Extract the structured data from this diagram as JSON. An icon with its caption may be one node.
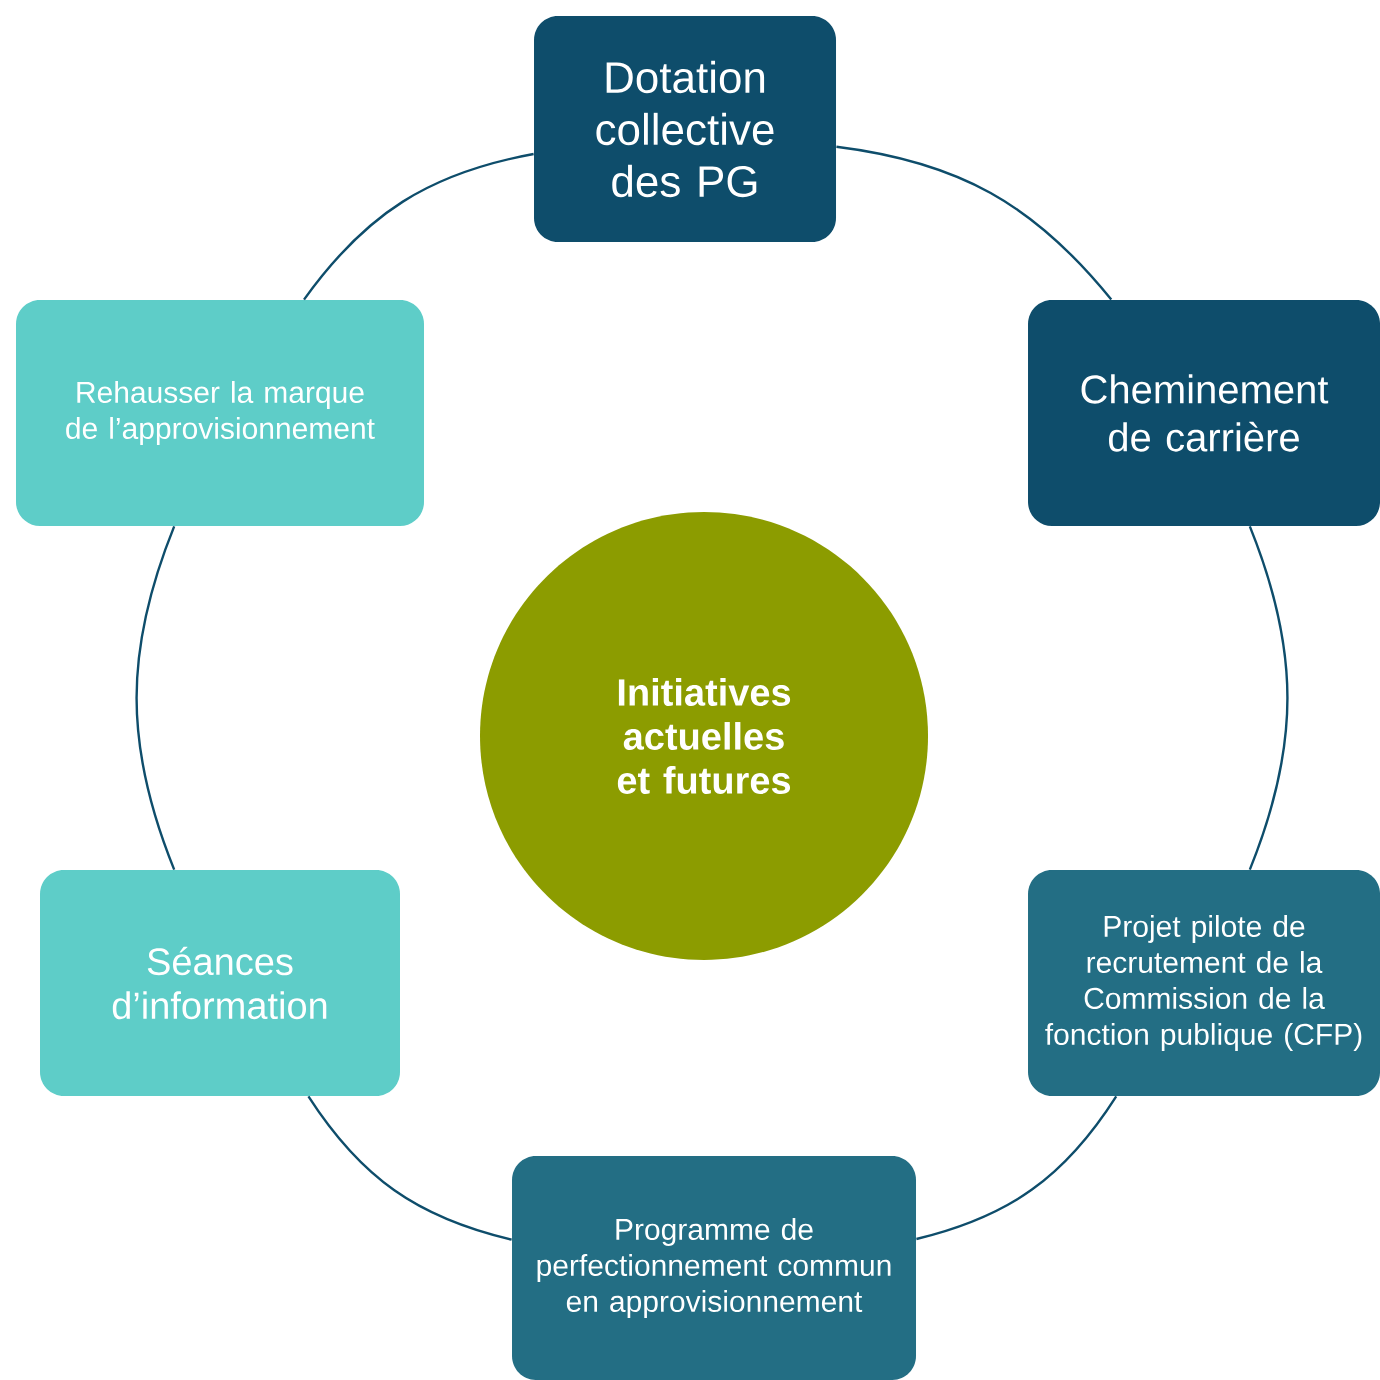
{
  "diagram": {
    "nodes": [
      {
        "text": [
          "Initiatives actuelles et futures"
        ]
      },
      {
        "text": [
          "Dotation collective des PG"
        ]
      },
      {
        "text": [
          "Cheminement de carrière"
        ]
      },
      {
        "text": [
          "Projet pilote de recrutement de la Commission de la fonction publique (CFP)"
        ]
      },
      {
        "text": [
          "Programme de perfectionnement commun en approvisionnement"
        ]
      },
      {
        "text": [
          "Séances d’information"
        ]
      },
      {
        "text": [
          "Rehausser la marque de l’approvisionnement"
        ]
      }
    ],
    "edges": [
      {
        "from": 1,
        "to": 2,
        "arrow": "none"
      },
      {
        "from": 2,
        "to": 3,
        "arrow": "none"
      },
      {
        "from": 3,
        "to": 4,
        "arrow": "none"
      },
      {
        "from": 4,
        "to": 5,
        "arrow": "none"
      },
      {
        "from": 5,
        "to": 6,
        "arrow": "none"
      },
      {
        "from": 6,
        "to": 1,
        "arrow": "none"
      }
    ]
  }
}
